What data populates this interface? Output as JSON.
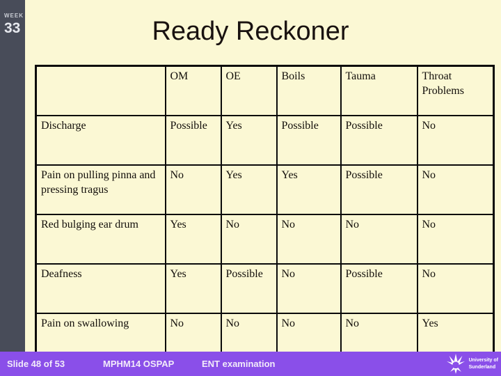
{
  "week_badge": {
    "label": "WEEK",
    "number": "33"
  },
  "title": "Ready Reckoner",
  "table": {
    "headers": [
      "",
      "OM",
      "OE",
      "Boils",
      "Tauma",
      "Throat Problems"
    ],
    "rows": [
      {
        "label": "Discharge",
        "values": [
          "Possible",
          "Yes",
          "Possible",
          "Possible",
          "No"
        ]
      },
      {
        "label": "Pain on pulling pinna and pressing tragus",
        "values": [
          "No",
          "Yes",
          "Yes",
          "Possible",
          "No"
        ]
      },
      {
        "label": "Red bulging ear drum",
        "values": [
          "Yes",
          "No",
          "No",
          "No",
          "No"
        ]
      },
      {
        "label": "Deafness",
        "values": [
          "Yes",
          "Possible",
          "No",
          "Possible",
          "No"
        ]
      },
      {
        "label": "Pain on swallowing",
        "values": [
          "No",
          "No",
          "No",
          "No",
          "Yes"
        ]
      }
    ]
  },
  "footer": {
    "slide_counter": "Slide 48 of 53",
    "course": "MPHM14 OSPAP",
    "topic": "ENT examination",
    "logo": {
      "line1": "University of",
      "line2": "Sunderland"
    }
  },
  "colors": {
    "background": "#FBF8D4",
    "sidebar": "#484C59",
    "footer_bar": "#8A4FE9",
    "table_border": "#0A0A0A",
    "text": "#120E0A"
  }
}
